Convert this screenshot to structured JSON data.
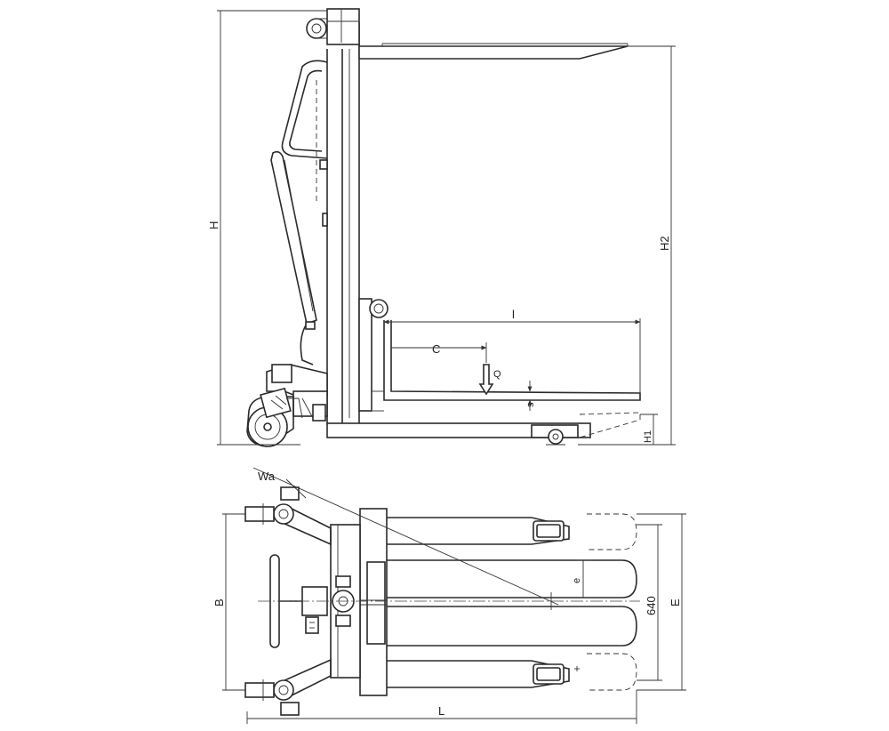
{
  "labels": {
    "H": "H",
    "H2": "H2",
    "l": "l",
    "C": "C",
    "Q": "Q",
    "s": "s",
    "H1": "H1",
    "Wa": "Wa",
    "B": "B",
    "e": "e",
    "w640": "640",
    "E": "E",
    "L": "L"
  }
}
